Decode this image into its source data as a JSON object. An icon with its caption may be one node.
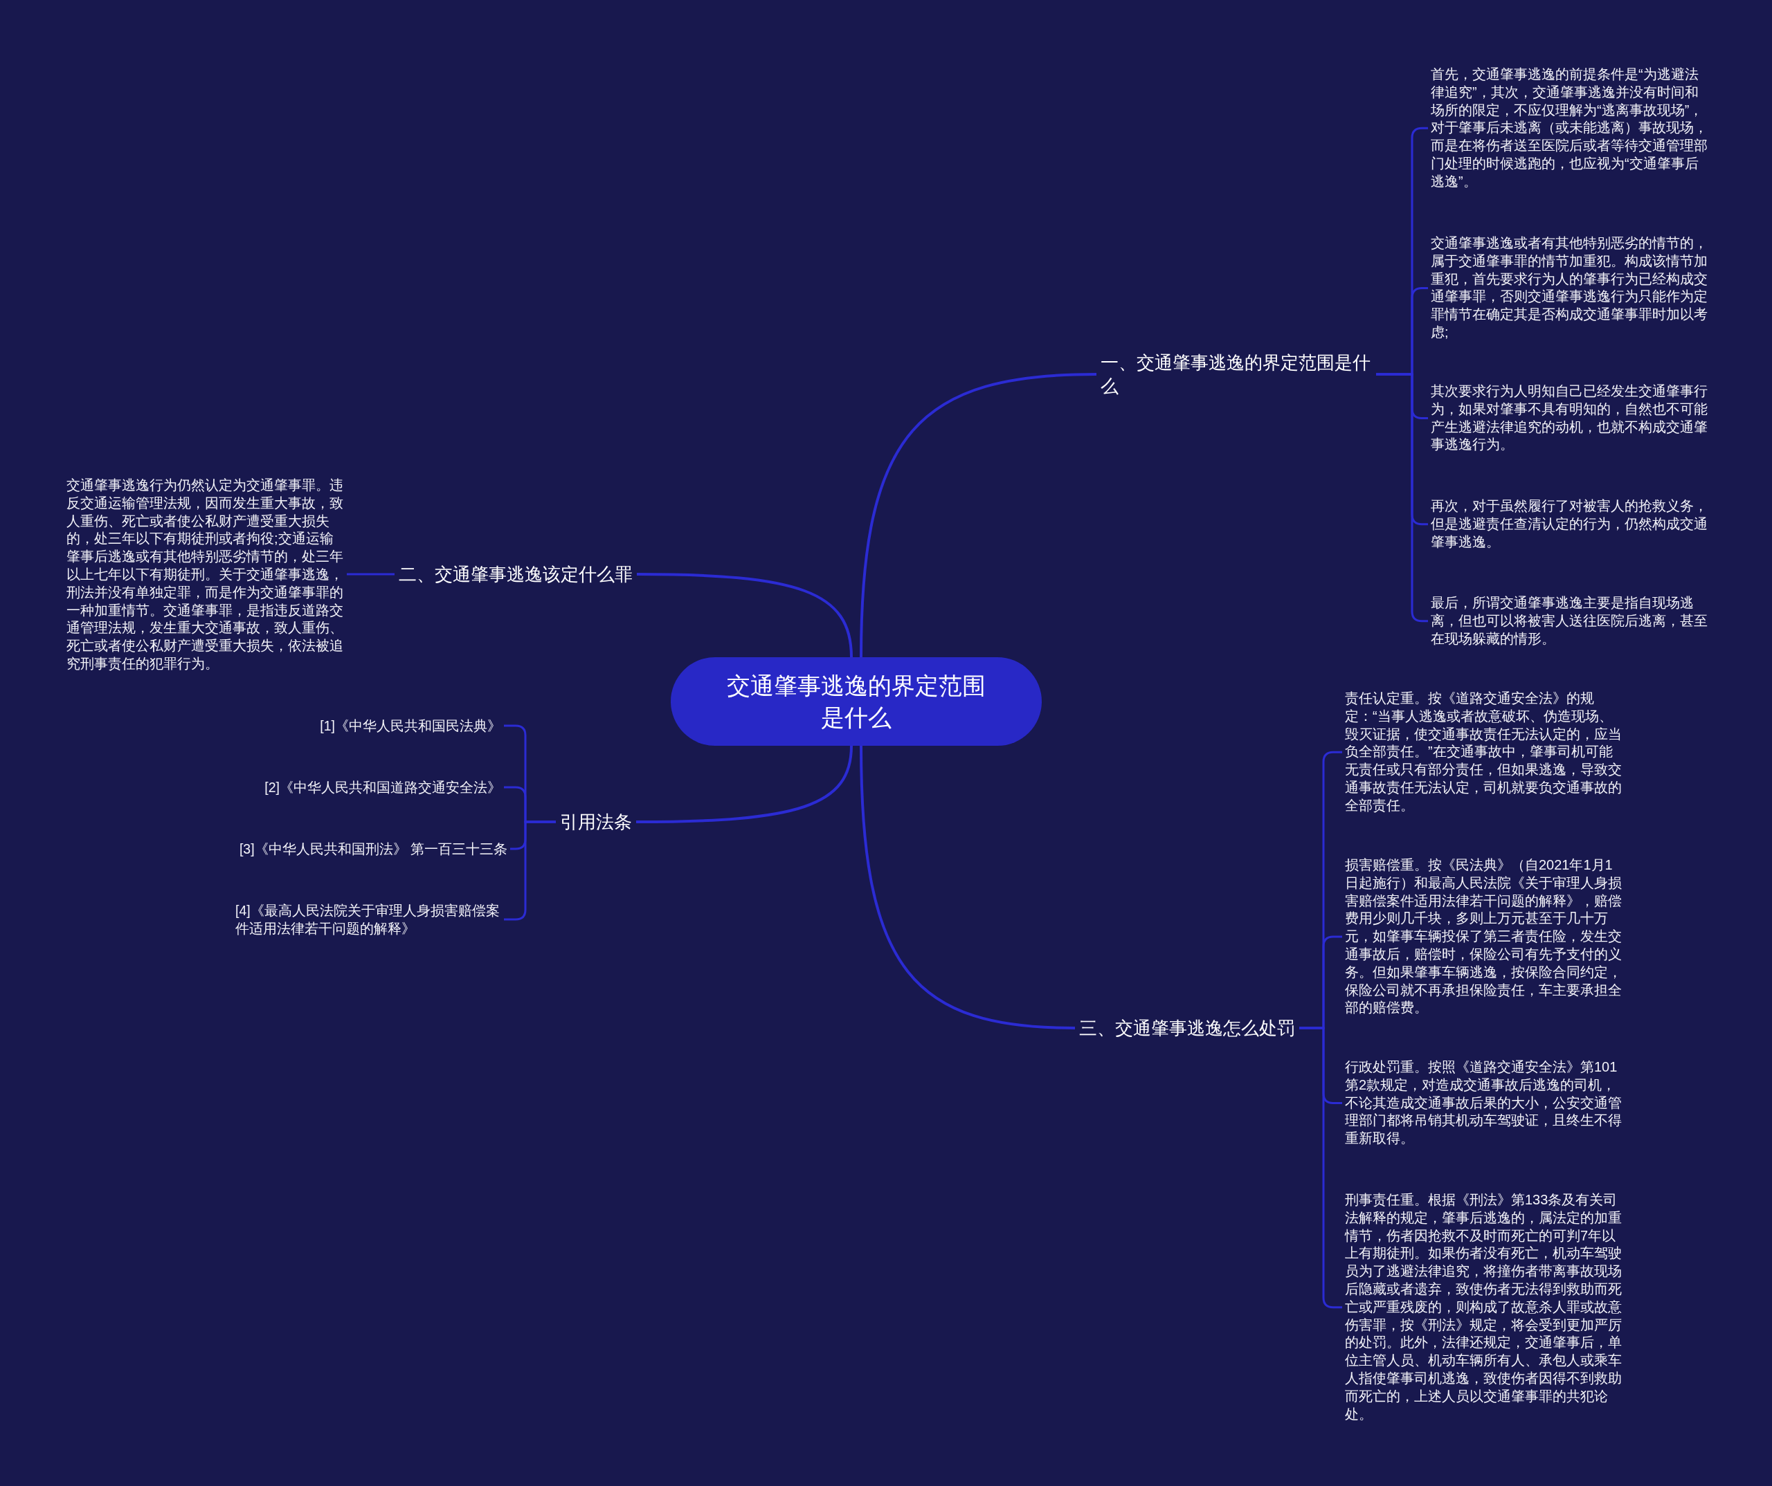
{
  "diagram": {
    "nodes": [
      {
        "text": [
          "交通肇事逃逸的界定范围是什么"
        ]
      },
      {
        "text": [
          "一、交通肇事逃逸的界定范围是什么"
        ]
      },
      {
        "text": [
          "首先，交通肇事逃逸的前提条件是“为逃避法律追究”，其次，交通肇事逃逸并没有时间和场所的限定，不应仅理解为“逃离事故现场”，对于肇事后未逃离（或未能逃离）事故现场，而是在将伤者送至医院后或者等待交通管理部门处理的时候逃跑的，也应视为“交通肇事后逃逸”。"
        ]
      },
      {
        "text": [
          "交通肇事逃逸或者有其他特别恶劣的情节的，属于交通肇事罪的情节加重犯。构成该情节加重犯，首先要求行为人的肇事行为已经构成交通肇事罪，否则交通肇事逃逸行为只能作为定罪情节在确定其是否构成交通肇事罪时加以考虑;"
        ]
      },
      {
        "text": [
          "其次要求行为人明知自己已经发生交通肇事行为，如果对肇事不具有明知的，自然也不可能产生逃避法律追究的动机，也就不构成交通肇事逃逸行为。"
        ]
      },
      {
        "text": [
          "再次，对于虽然履行了对被害人的抢救义务，但是逃避责任查清认定的行为，仍然构成交通肇事逃逸。"
        ]
      },
      {
        "text": [
          "最后，所谓交通肇事逃逸主要是指自现场逃离，但也可以将被害人送往医院后逃离，甚至在现场躲藏的情形。"
        ]
      },
      {
        "text": [
          "二、交通肇事逃逸该定什么罪"
        ]
      },
      {
        "text": [
          "交通肇事逃逸行为仍然认定为交通肇事罪。违反交通运输管理法规，因而发生重大事故，致人重伤、死亡或者使公私财产遭受重大损失的，处三年以下有期徒刑或者拘役;交通运输肇事后逃逸或有其他特别恶劣情节的，处三年以上七年以下有期徒刑。关于交通肇事逃逸，刑法并没有单独定罪，而是作为交通肇事罪的一种加重情节。交通肇事罪，是指违反道路交通管理法规，发生重大交通事故，致人重伤、死亡或者使公私财产遭受重大损失，依法被追究刑事责任的犯罪行为。"
        ]
      },
      {
        "text": [
          "引用法条"
        ]
      },
      {
        "text": [
          "[1]《中华人民共和国民法典》"
        ]
      },
      {
        "text": [
          "[2]《中华人民共和国道路交通安全法》"
        ]
      },
      {
        "text": [
          "[3]《中华人民共和国刑法》 第一百三十三条"
        ]
      },
      {
        "text": [
          "[4]《最高人民法院关于审理人身损害赔偿案件适用法律若干问题的解释》"
        ]
      },
      {
        "text": [
          "三、交通肇事逃逸怎么处罚"
        ]
      },
      {
        "text": [
          "责任认定重。按《道路交通安全法》的规定：“当事人逃逸或者故意破坏、伪造现场、毁灭证据，使交通事故责任无法认定的，应当负全部责任。”在交通事故中，肇事司机可能无责任或只有部分责任，但如果逃逸，导致交通事故责任无法认定，司机就要负交通事故的全部责任。"
        ]
      },
      {
        "text": [
          "损害赔偿重。按《民法典》（自2021年1月1日起施行）和最高人民法院《关于审理人身损害赔偿案件适用法律若干问题的解释》，赔偿费用少则几千块，多则上万元甚至于几十万元，如肇事车辆投保了第三者责任险，发生交通事故后，赔偿时，保险公司有先予支付的义务。但如果肇事车辆逃逸，按保险合同约定，保险公司就不再承担保险责任，车主要承担全部的赔偿费。"
        ]
      },
      {
        "text": [
          "行政处罚重。按照《道路交通安全法》第101第2款规定，对造成交通事故后逃逸的司机，不论其造成交通事故后果的大小，公安交通管理部门都将吊销其机动车驾驶证，且终生不得重新取得。"
        ]
      },
      {
        "text": [
          "刑事责任重。根据《刑法》第133条及有关司法解释的规定，肇事后逃逸的，属法定的加重情节，伤者因抢救不及时而死亡的可判7年以上有期徒刑。如果伤者没有死亡，机动车驾驶员为了逃避法律追究，将撞伤者带离事故现场后隐藏或者遗弃，致使伤者无法得到救助而死亡或严重残废的，则构成了故意杀人罪或故意伤害罪，按《刑法》规定，将会受到更加严厉的处罚。此外，法律还规定，交通肇事后，单位主管人员、机动车辆所有人、承包人或乘车人指使肇事司机逃逸，致使伤者因得不到救助而死亡的，上述人员以交通肇事罪的共犯论处。"
        ]
      }
    ],
    "edges": [
      {
        "from": 0,
        "to": 1,
        "arrow": "none"
      },
      {
        "from": 0,
        "to": 7,
        "arrow": "none"
      },
      {
        "from": 0,
        "to": 9,
        "arrow": "none"
      },
      {
        "from": 0,
        "to": 14,
        "arrow": "none"
      },
      {
        "from": 1,
        "to": 2,
        "arrow": "none"
      },
      {
        "from": 1,
        "to": 3,
        "arrow": "none"
      },
      {
        "from": 1,
        "to": 4,
        "arrow": "none"
      },
      {
        "from": 1,
        "to": 5,
        "arrow": "none"
      },
      {
        "from": 1,
        "to": 6,
        "arrow": "none"
      },
      {
        "from": 7,
        "to": 8,
        "arrow": "none"
      },
      {
        "from": 9,
        "to": 10,
        "arrow": "none"
      },
      {
        "from": 9,
        "to": 11,
        "arrow": "none"
      },
      {
        "from": 9,
        "to": 12,
        "arrow": "none"
      },
      {
        "from": 9,
        "to": 13,
        "arrow": "none"
      },
      {
        "from": 14,
        "to": 15,
        "arrow": "none"
      },
      {
        "from": 14,
        "to": 16,
        "arrow": "none"
      },
      {
        "from": 14,
        "to": 17,
        "arrow": "none"
      },
      {
        "from": 14,
        "to": 18,
        "arrow": "none"
      }
    ]
  }
}
